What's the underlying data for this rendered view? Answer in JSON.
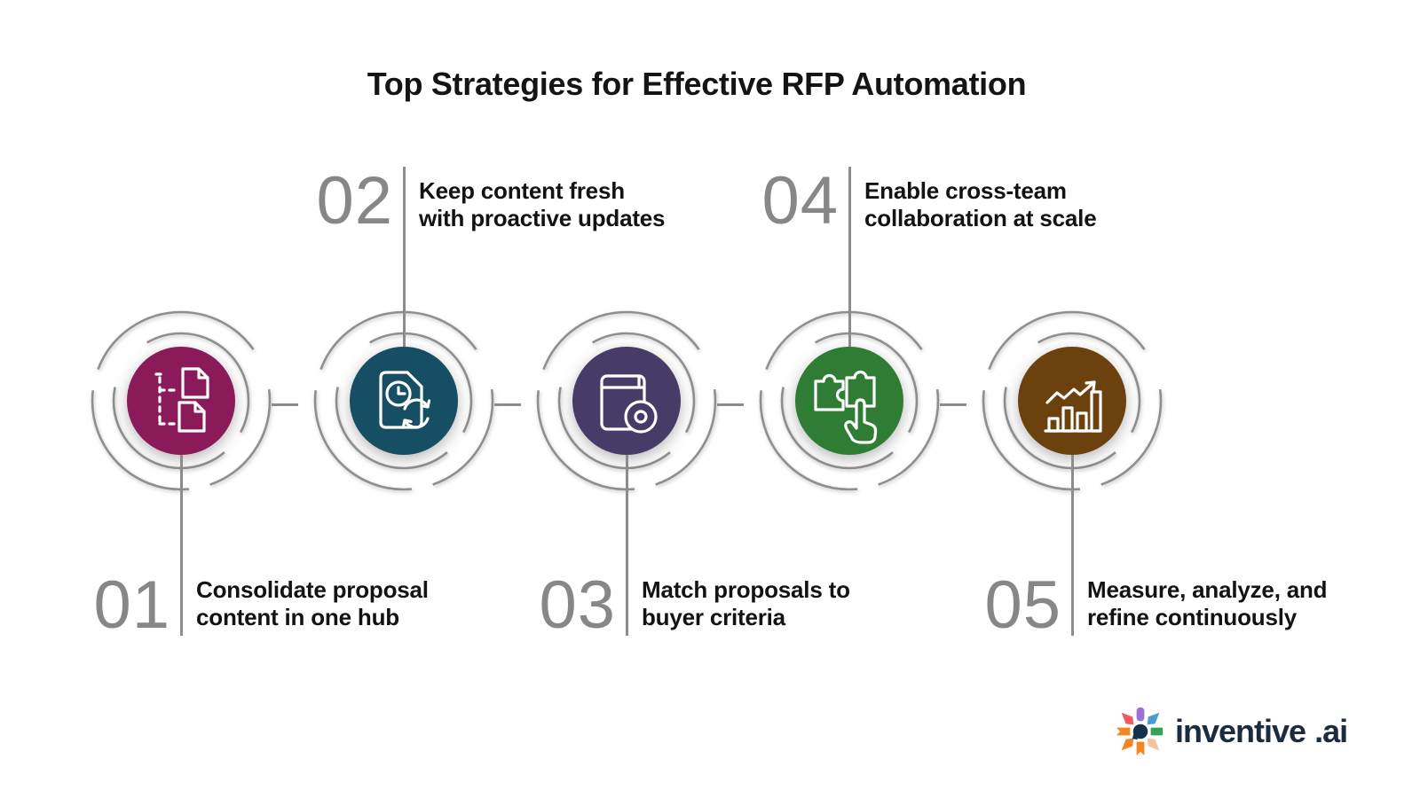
{
  "title": "Top Strategies for Effective RFP Automation",
  "steps": [
    {
      "number": "01",
      "label": "Consolidate proposal\ncontent in one hub",
      "color": "#8B1A5B",
      "icon": "documents-tree-icon"
    },
    {
      "number": "02",
      "label": "Keep content fresh\nwith proactive updates",
      "color": "#164F63",
      "icon": "document-refresh-icon"
    },
    {
      "number": "03",
      "label": "Match proposals to\nbuyer criteria",
      "color": "#473B68",
      "icon": "book-target-icon"
    },
    {
      "number": "04",
      "label": "Enable cross-team\ncollaboration at scale",
      "color": "#2F7D35",
      "icon": "puzzle-hand-icon"
    },
    {
      "number": "05",
      "label": "Measure, analyze, and\nrefine continuously",
      "color": "#6B420D",
      "icon": "growth-chart-icon"
    }
  ],
  "logo": {
    "name": "inventive",
    "tld": ".ai"
  },
  "colors": {
    "connector": "#8C8C8C",
    "number": "#878787",
    "heading": "#141414",
    "logo_text": "#1B2C41"
  }
}
